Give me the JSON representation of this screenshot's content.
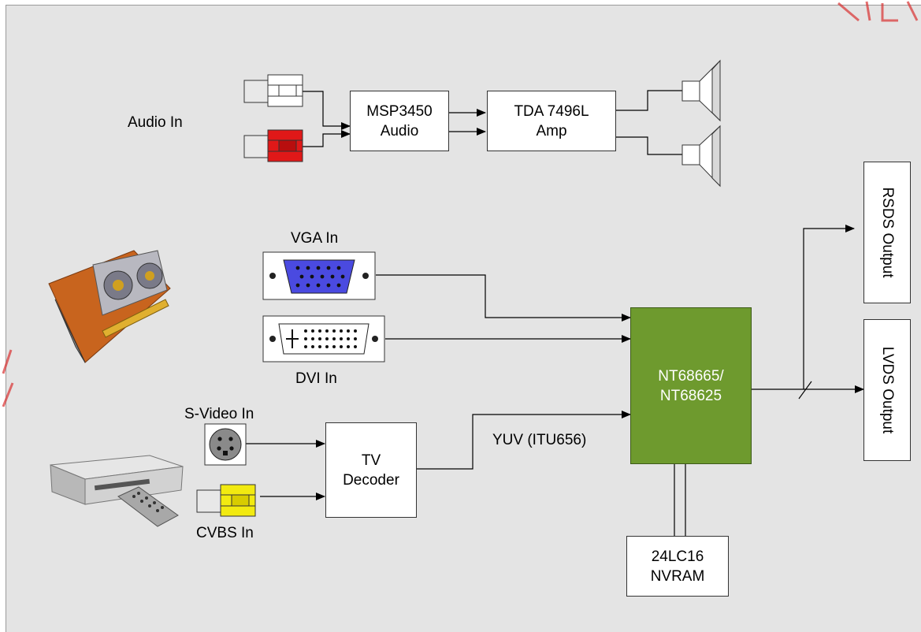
{
  "audio": {
    "label": "Audio In",
    "msp": [
      "MSP3450",
      "Audio"
    ],
    "amp": [
      "TDA 7496L",
      "Amp"
    ]
  },
  "video": {
    "vga_label": "VGA In",
    "dvi_label": "DVI In",
    "svideo_label": "S-Video In",
    "cvbs_label": "CVBS In",
    "decoder": [
      "TV",
      "Decoder"
    ],
    "yuv_label": "YUV (ITU656)"
  },
  "chip": [
    "NT68665/",
    "NT68625"
  ],
  "nvram": [
    "24LC16",
    "NVRAM"
  ],
  "outputs": {
    "rsds": "RSDS Output",
    "lvds": "LVDS Output"
  },
  "colors": {
    "chip_green": "#6e9a2e",
    "rca_red": "#e01818",
    "rca_yellow": "#f2ea10",
    "vga_blue": "#4a4ae0"
  }
}
